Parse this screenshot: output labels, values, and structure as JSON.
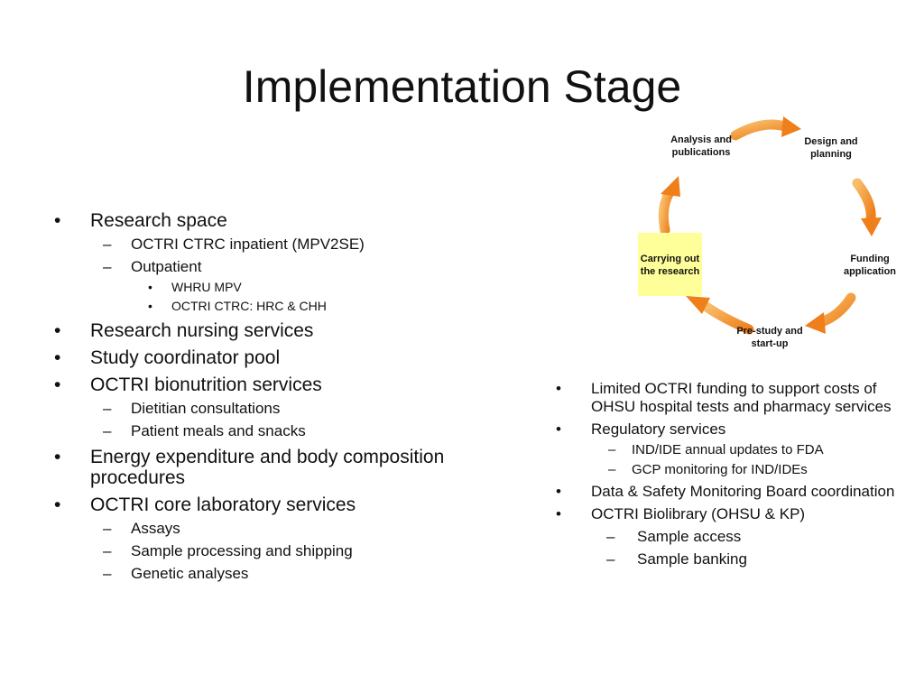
{
  "title": "Implementation Stage",
  "bullets": {
    "left": {
      "research_space": "Research space",
      "inpatient": "OCTRI CTRC inpatient (MPV2SE)",
      "outpatient": "Outpatient",
      "whru": "WHRU MPV",
      "hrc_chh": "OCTRI CTRC:  HRC & CHH",
      "nursing": "Research nursing services",
      "coordinator": "Study coordinator pool",
      "bionutrition": "OCTRI bionutrition services",
      "dietitian": "Dietitian consultations",
      "meals": "Patient meals and snacks",
      "energy": "Energy expenditure and body composition procedures",
      "core_lab": "OCTRI core laboratory services",
      "assays": "Assays",
      "sample_processing": "Sample processing and shipping",
      "genetic": "Genetic analyses"
    },
    "right": {
      "limited_funding": "Limited OCTRI funding to support costs of OHSU hospital tests and pharmacy services",
      "regulatory": "Regulatory services",
      "ind_ide": "IND/IDE annual updates to FDA",
      "gcp": "GCP monitoring for IND/IDEs",
      "dsmb": "Data & Safety Monitoring Board coordination",
      "biolibrary": "OCTRI Biolibrary (OHSU & KP)",
      "sample_access": "Sample access",
      "sample_banking": "Sample banking"
    },
    "symbols": {
      "dot": "•",
      "dash": "–"
    }
  },
  "cycle": {
    "stages": {
      "analysis": "Analysis and publications",
      "design": "Design and planning",
      "funding": "Funding application",
      "prestudy": "Pre-study and start-up",
      "carrying": "Carrying out the research"
    },
    "highlighted_stage": "Carrying out the research",
    "colors": {
      "arrow": "#f08a24",
      "arrow_light": "#f6b45a",
      "highlight": "#ffff99"
    }
  }
}
